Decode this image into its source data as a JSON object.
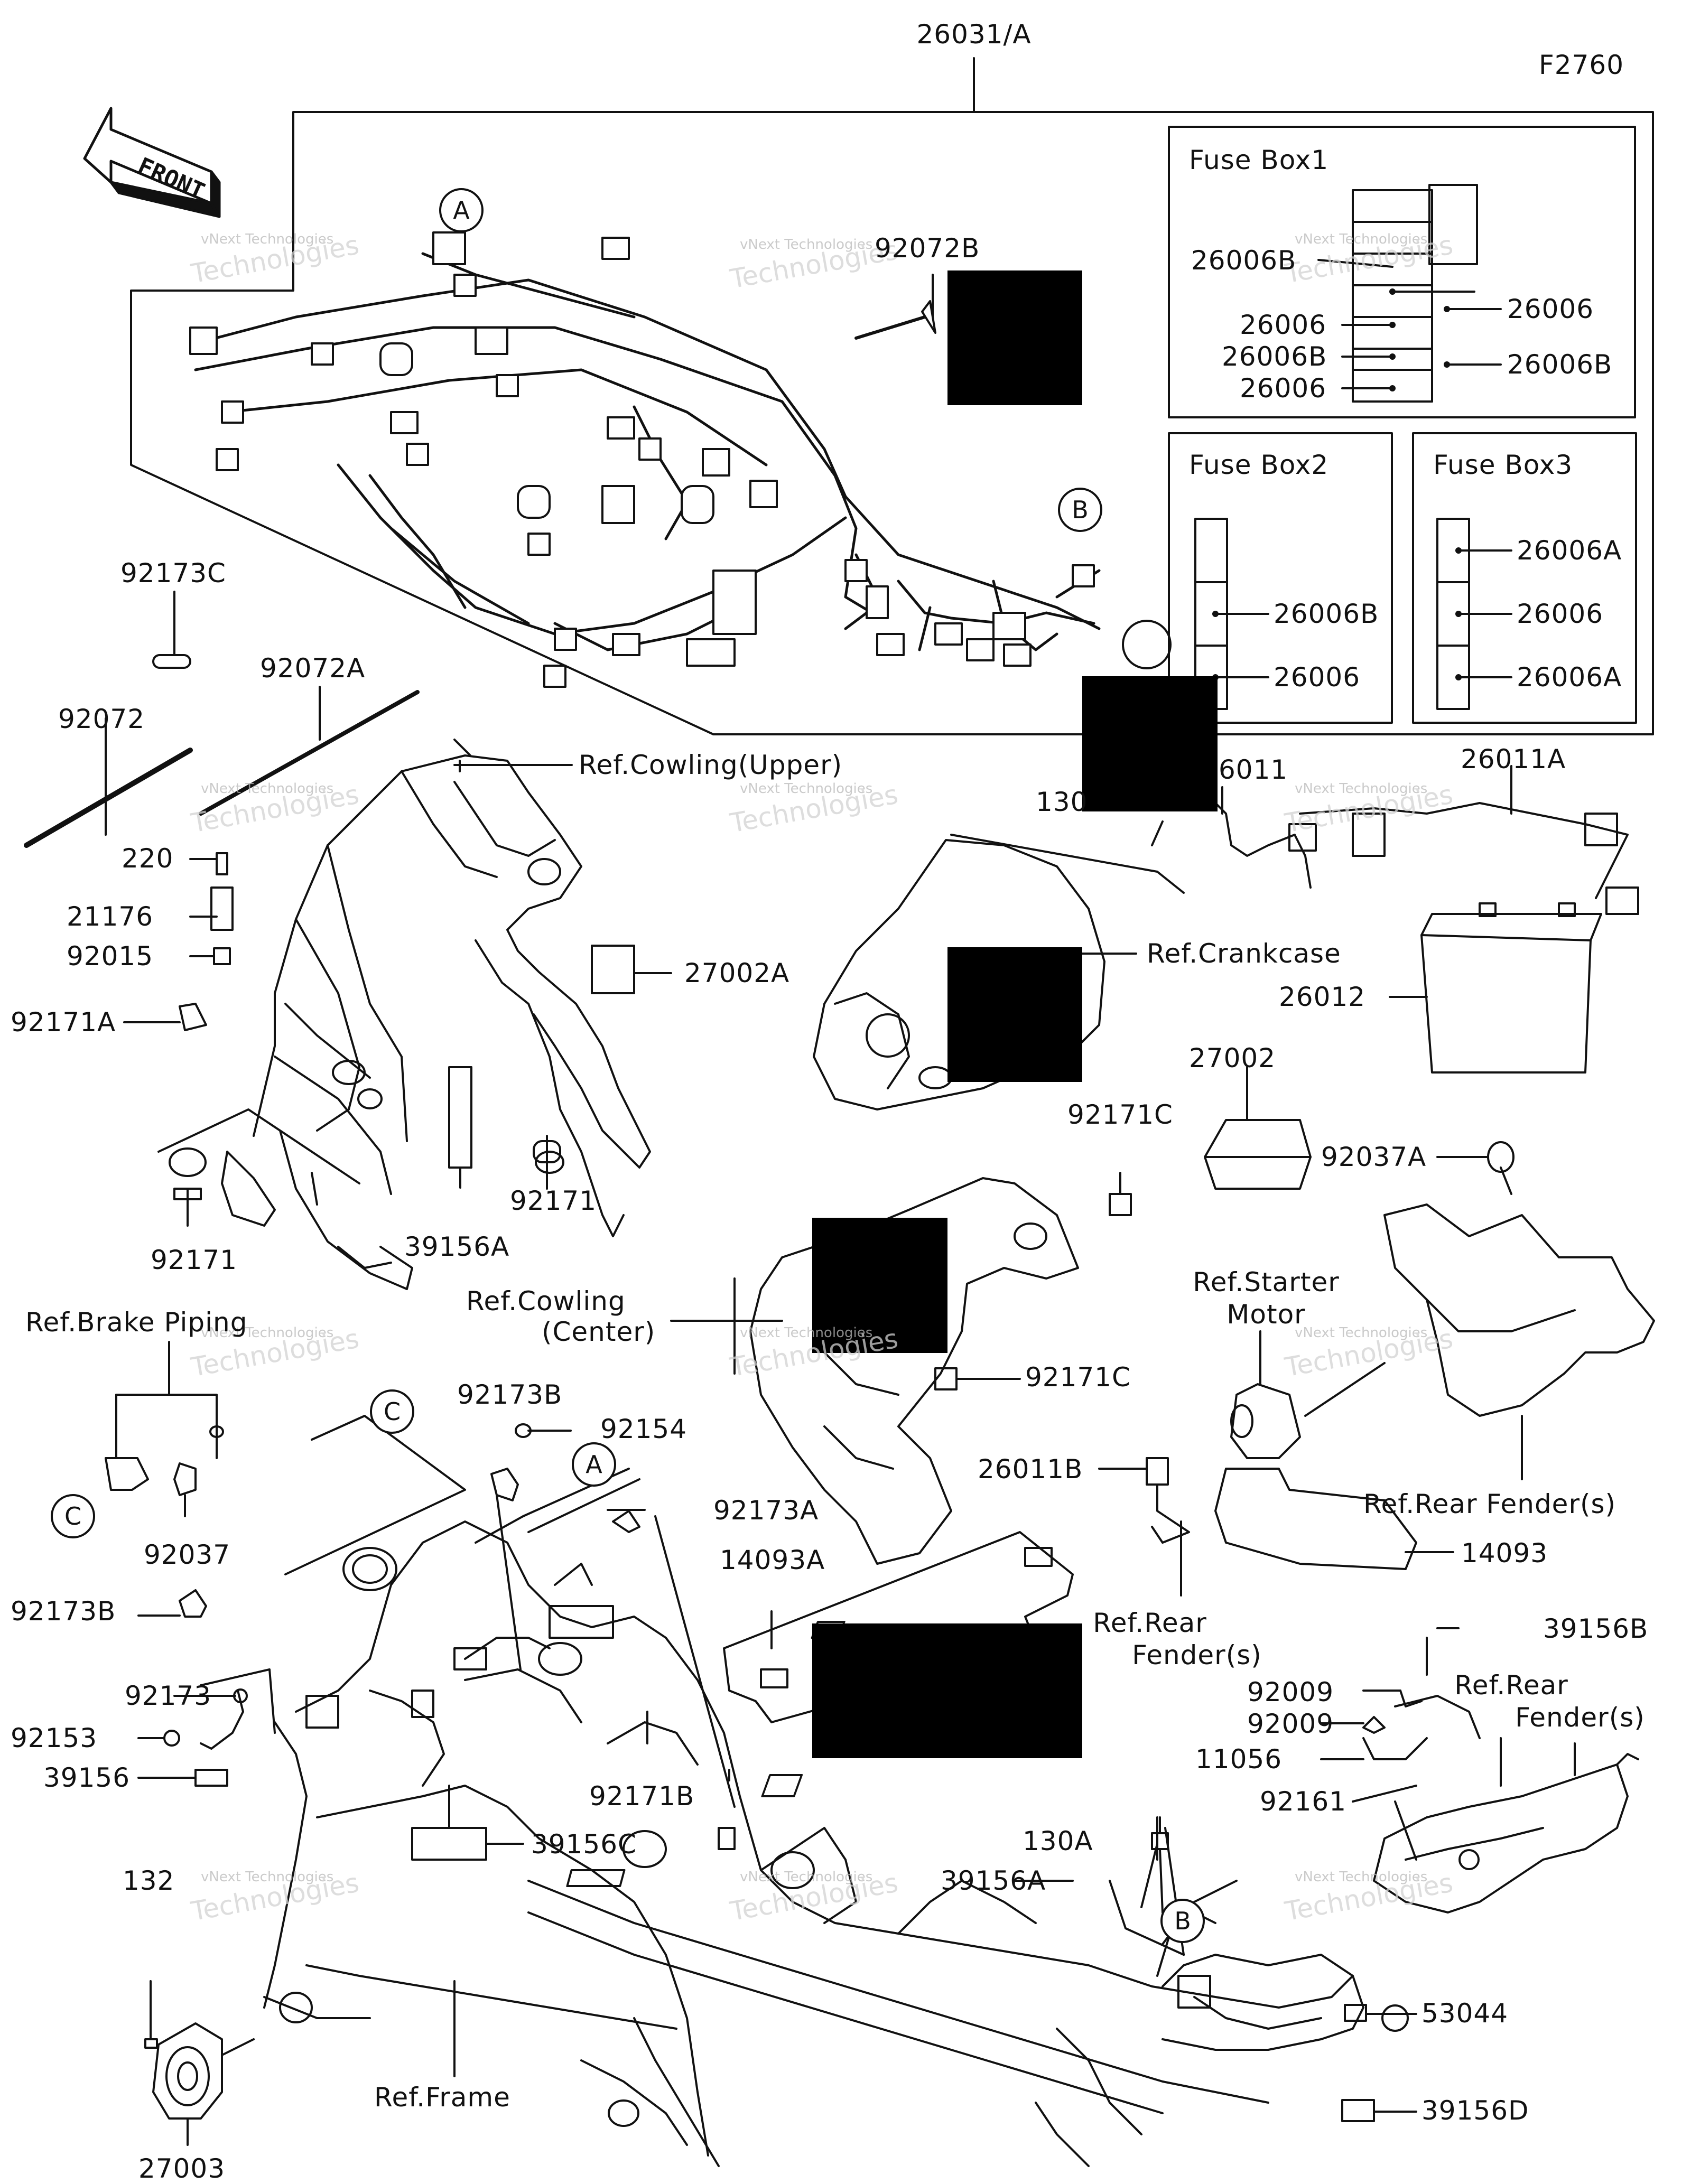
{
  "figure_code": "F2760",
  "front_arrow_text": "FRONT",
  "circle_markers": [
    "A",
    "B",
    "C",
    "A",
    "B",
    "C"
  ],
  "labels": {
    "harness_main": "26031/A",
    "fuse_box1_title": "Fuse Box1",
    "fuse_box2_title": "Fuse Box2",
    "fuse_box3_title": "Fuse Box3",
    "fb1_26006B_top": "26006B",
    "fb1_26006_a": "26006",
    "fb1_26006B_b": "26006B",
    "fb1_26006_c": "26006",
    "fb1_r_26006": "26006",
    "fb1_r_26006B": "26006B",
    "fb2_26006B": "26006B",
    "fb2_26006": "26006",
    "fb3_26006A_top": "26006A",
    "fb3_26006": "26006",
    "fb3_26006A_bot": "26006A",
    "p92072B": "92072B",
    "p92173C": "92173C",
    "p92072A": "92072A",
    "p92072": "92072",
    "p220": "220",
    "p21176": "21176",
    "p92015": "92015",
    "p92171A": "92171A",
    "p27002A": "27002A",
    "p92171_mid": "92171",
    "p39156A_top": "39156A",
    "p92171_low": "92171",
    "ref_cowling_upper": "Ref.Cowling(Upper)",
    "p130_partial": "130",
    "p26011_partial": "6011",
    "p26011A": "26011A",
    "ref_crankcase": "Ref.Crankcase",
    "p26012": "26012",
    "p27002": "27002",
    "p92037A": "92037A",
    "p92171C_top": "92171C",
    "p92171C_bot": "92171C",
    "ref_starter_l1": "Ref.Starter",
    "ref_starter_l2": "Motor",
    "ref_cowling_center_l1": "Ref.Cowling",
    "ref_cowling_center_l2": "(Center)",
    "ref_brake_piping": "Ref.Brake Piping",
    "p92037": "92037",
    "p92173B_top": "92173B",
    "p92154": "92154",
    "p92173A": "92173A",
    "p14093A": "14093A",
    "p26011B": "26011B",
    "ref_rear_fender_1": "Ref.Rear Fender(s)",
    "p14093": "14093",
    "ref_rear_fender_2_l1": "Ref.Rear",
    "ref_rear_fender_2_l2": "Fender(s)",
    "p92173B_left": "92173B",
    "p92173": "92173",
    "p92153": "92153",
    "p39156": "39156",
    "p92171B": "92171B",
    "p39156C": "39156C",
    "p39156B": "39156B",
    "p92009_a": "92009",
    "p92009_b": "92009",
    "ref_rear_fender_3_l1": "Ref.Rear",
    "ref_rear_fender_3_l2": "Fender(s)",
    "p11056": "11056",
    "p92161": "92161",
    "p130A": "130A",
    "p39156A_bot": "39156A",
    "p132": "132",
    "p53044": "53044",
    "p27003": "27003",
    "ref_frame": "Ref.Frame",
    "p39156D": "39156D"
  },
  "watermark": {
    "line1": "vNext Technologies",
    "line2": "Technologies"
  },
  "colors": {
    "line": "#111111",
    "watermark": "#b9b9b9",
    "redaction": "#000000"
  }
}
